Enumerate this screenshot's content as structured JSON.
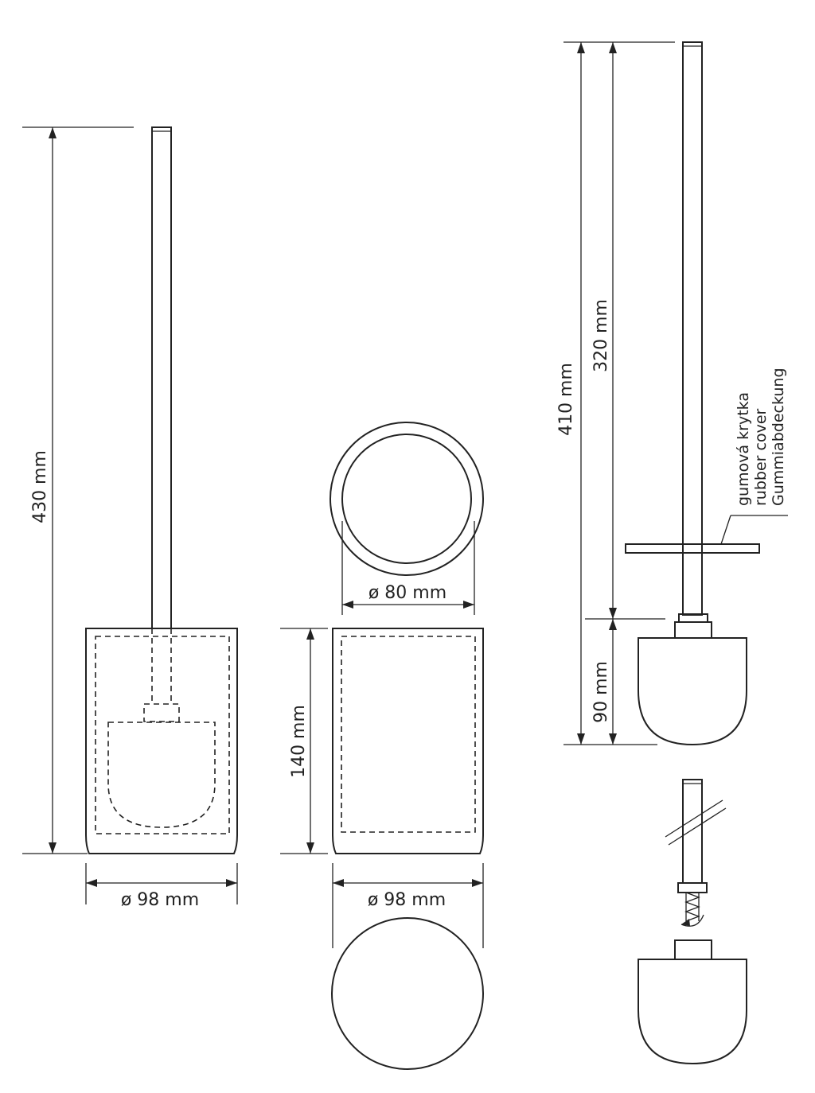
{
  "dimensions": {
    "total_height": "430 mm",
    "base_diameter_front": "ø 98 mm",
    "inner_diameter_top": "ø 80 mm",
    "holder_height": "140 mm",
    "base_diameter_bottom": "ø 98 mm",
    "brush_total": "410 mm",
    "handle_length": "320 mm",
    "head_height": "90 mm"
  },
  "callout": {
    "line1": "gumová krytka",
    "line2": "rubber cover",
    "line3": "Gummiabdeckung"
  }
}
